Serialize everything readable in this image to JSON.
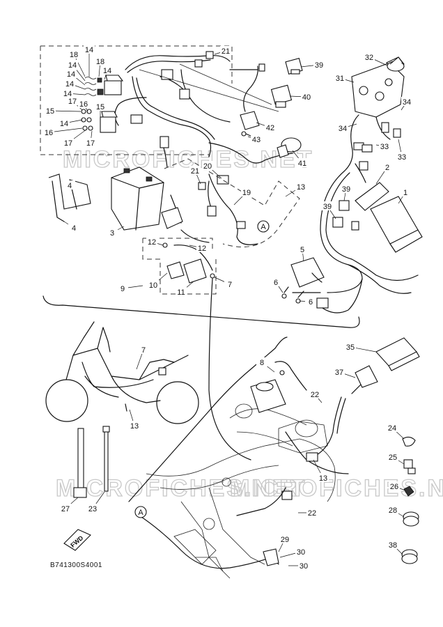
{
  "diagram": {
    "code": "B741300S4001",
    "fwd_label": "FWD",
    "watermark": "MICROFICHES.NET",
    "ref_a": "A"
  },
  "callouts": [
    {
      "id": "c18a",
      "text": "18"
    },
    {
      "id": "c14a",
      "text": "14"
    },
    {
      "id": "c14b",
      "text": "14"
    },
    {
      "id": "c18b",
      "text": "18"
    },
    {
      "id": "c14c",
      "text": "14"
    },
    {
      "id": "c14d",
      "text": "14"
    },
    {
      "id": "c14e",
      "text": "14"
    },
    {
      "id": "c14f",
      "text": "14"
    },
    {
      "id": "c17a",
      "text": "17"
    },
    {
      "id": "c15a",
      "text": "15"
    },
    {
      "id": "c16a",
      "text": "16"
    },
    {
      "id": "c15b",
      "text": "15"
    },
    {
      "id": "c14g",
      "text": "14"
    },
    {
      "id": "c16b",
      "text": "16"
    },
    {
      "id": "c17b",
      "text": "17"
    },
    {
      "id": "c17c",
      "text": "17"
    },
    {
      "id": "c21a",
      "text": "21"
    },
    {
      "id": "c39a",
      "text": "39"
    },
    {
      "id": "c40",
      "text": "40"
    },
    {
      "id": "c42",
      "text": "42"
    },
    {
      "id": "c43",
      "text": "43"
    },
    {
      "id": "c41",
      "text": "41"
    },
    {
      "id": "c32",
      "text": "32"
    },
    {
      "id": "c31",
      "text": "31"
    },
    {
      "id": "c34a",
      "text": "34"
    },
    {
      "id": "c34b",
      "text": "34"
    },
    {
      "id": "c33a",
      "text": "33"
    },
    {
      "id": "c33b",
      "text": "33"
    },
    {
      "id": "c4a",
      "text": "4"
    },
    {
      "id": "c4b",
      "text": "4"
    },
    {
      "id": "c3",
      "text": "3"
    },
    {
      "id": "c20",
      "text": "20"
    },
    {
      "id": "c21b",
      "text": "21"
    },
    {
      "id": "c19",
      "text": "19"
    },
    {
      "id": "c13a",
      "text": "13"
    },
    {
      "id": "c2",
      "text": "2"
    },
    {
      "id": "c1",
      "text": "1"
    },
    {
      "id": "c39b",
      "text": "39"
    },
    {
      "id": "c39c",
      "text": "39"
    },
    {
      "id": "c12a",
      "text": "12"
    },
    {
      "id": "c12b",
      "text": "12"
    },
    {
      "id": "c10",
      "text": "10"
    },
    {
      "id": "c11",
      "text": "11"
    },
    {
      "id": "c9",
      "text": "9"
    },
    {
      "id": "c7a",
      "text": "7"
    },
    {
      "id": "c5",
      "text": "5"
    },
    {
      "id": "c6a",
      "text": "6"
    },
    {
      "id": "c6b",
      "text": "6"
    },
    {
      "id": "c7b",
      "text": "7"
    },
    {
      "id": "c13b",
      "text": "13"
    },
    {
      "id": "c35",
      "text": "35"
    },
    {
      "id": "c8",
      "text": "8"
    },
    {
      "id": "c37",
      "text": "37"
    },
    {
      "id": "c22a",
      "text": "22"
    },
    {
      "id": "c24",
      "text": "24"
    },
    {
      "id": "c25",
      "text": "25"
    },
    {
      "id": "c13c",
      "text": "13"
    },
    {
      "id": "c26",
      "text": "26"
    },
    {
      "id": "c27",
      "text": "27"
    },
    {
      "id": "c23",
      "text": "23"
    },
    {
      "id": "c22b",
      "text": "22"
    },
    {
      "id": "c28",
      "text": "28"
    },
    {
      "id": "c29",
      "text": "29"
    },
    {
      "id": "c30a",
      "text": "30"
    },
    {
      "id": "c30b",
      "text": "30"
    },
    {
      "id": "c38",
      "text": "38"
    }
  ]
}
